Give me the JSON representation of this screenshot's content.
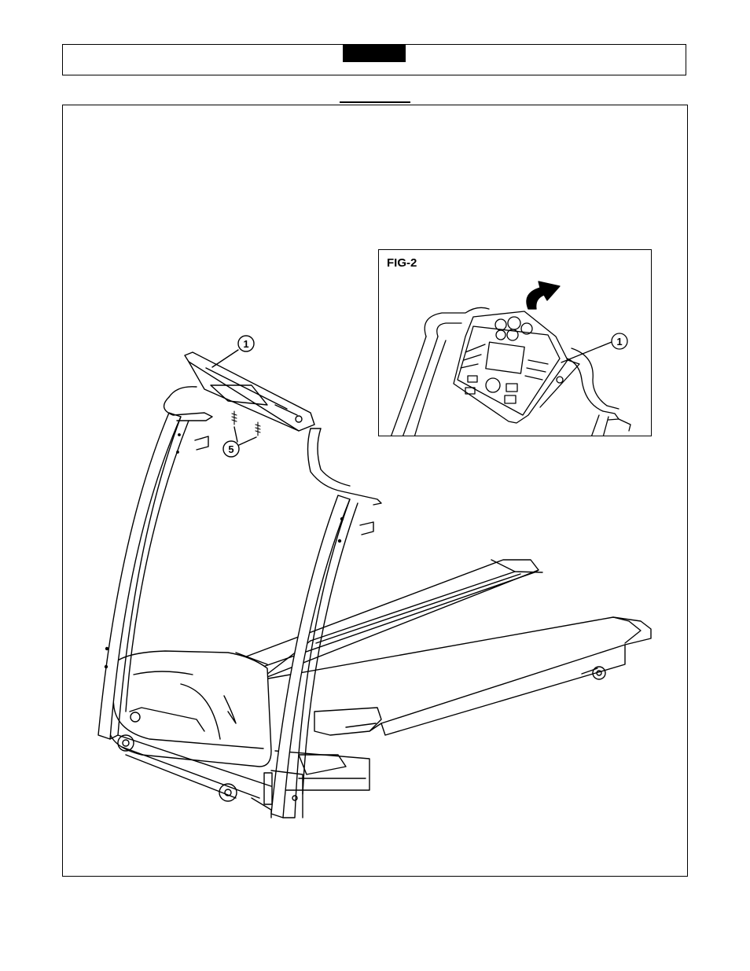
{
  "header": {
    "tab_label": ""
  },
  "section": {
    "title": ""
  },
  "figure_inset": {
    "label": "FIG-2",
    "callout": "1"
  },
  "main_figure": {
    "callouts": [
      "1",
      "5"
    ]
  }
}
